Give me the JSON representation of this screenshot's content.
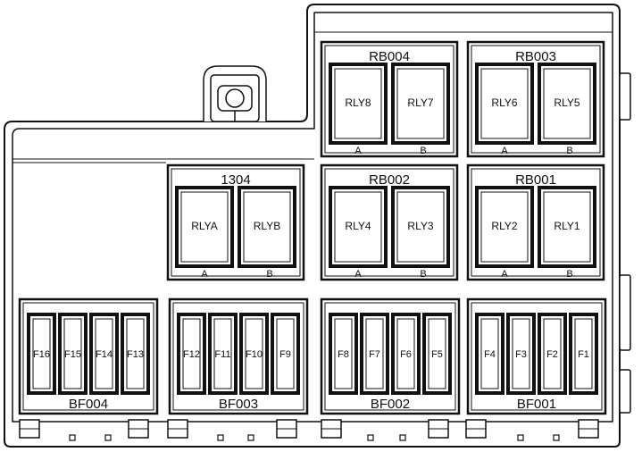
{
  "relay_blocks": [
    {
      "id": "RB004",
      "title": "RB004",
      "relays": [
        "RLY8",
        "RLY7"
      ],
      "positions": [
        "A",
        "B"
      ]
    },
    {
      "id": "RB003",
      "title": "RB003",
      "relays": [
        "RLY6",
        "RLY5"
      ],
      "positions": [
        "A",
        "B"
      ]
    },
    {
      "id": "1304",
      "title": "1304",
      "relays": [
        "RLYA",
        "RLYB"
      ],
      "positions": [
        "A",
        "B"
      ]
    },
    {
      "id": "RB002",
      "title": "RB002",
      "relays": [
        "RLY4",
        "RLY3"
      ],
      "positions": [
        "A",
        "B"
      ]
    },
    {
      "id": "RB001",
      "title": "RB001",
      "relays": [
        "RLY2",
        "RLY1"
      ],
      "positions": [
        "A",
        "B"
      ]
    }
  ],
  "fuse_blocks": [
    {
      "id": "BF004",
      "title": "BF004",
      "fuses": [
        "F16",
        "F15",
        "F14",
        "F13"
      ]
    },
    {
      "id": "BF003",
      "title": "BF003",
      "fuses": [
        "F12",
        "F11",
        "F10",
        "F9"
      ]
    },
    {
      "id": "BF002",
      "title": "BF002",
      "fuses": [
        "F8",
        "F7",
        "F6",
        "F5"
      ]
    },
    {
      "id": "BF001",
      "title": "BF001",
      "fuses": [
        "F4",
        "F3",
        "F2",
        "F1"
      ]
    }
  ]
}
